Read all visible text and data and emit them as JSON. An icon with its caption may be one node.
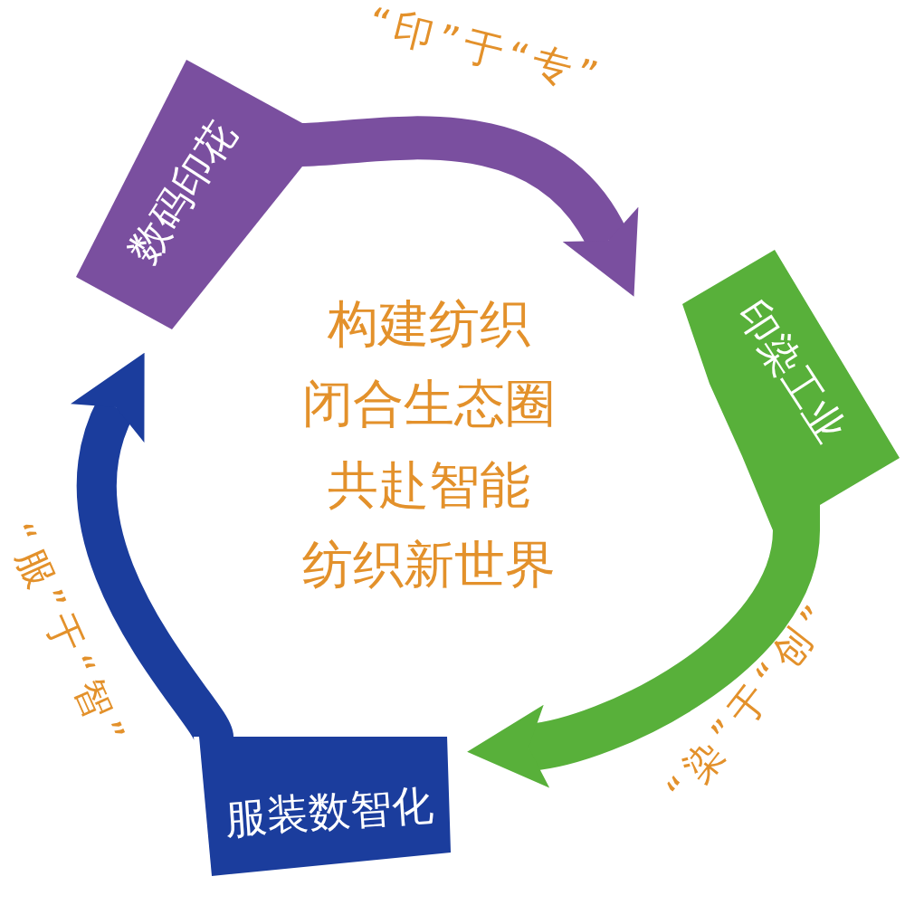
{
  "diagram": {
    "nodes": [
      {
        "text": [
          "数码印花"
        ]
      },
      {
        "text": [
          "印染工业"
        ]
      },
      {
        "text": [
          "服装数智化"
        ]
      }
    ],
    "edges": [
      {
        "from": 0,
        "to": 1,
        "arrow": "to",
        "label": "“印”于“专”",
        "color": "#7a4f9f"
      },
      {
        "from": 1,
        "to": 2,
        "arrow": "to",
        "label": "“染”于“创”",
        "color": "#58b03a"
      },
      {
        "from": 2,
        "to": 0,
        "arrow": "to",
        "label": "“服”于“智”",
        "color": "#1b3d9d"
      }
    ],
    "labels": [
      "构建纺织",
      "闭合生态圈",
      "共赴智能",
      "纺织新世界"
    ]
  }
}
